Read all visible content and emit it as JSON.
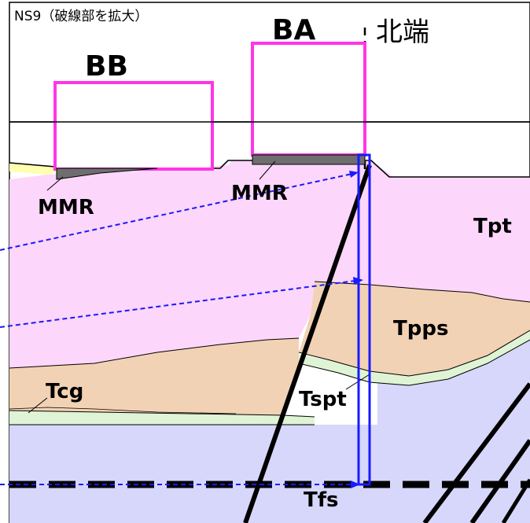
{
  "title": "NS9（破線部を拡大）",
  "labels": {
    "north_end": "北端",
    "building_ba": "BA",
    "building_bb": "BB",
    "mmr_left": "MMR",
    "mmr_right": "MMR",
    "tpt": "Tpt",
    "tpps": "Tpps",
    "tcg": "Tcg",
    "tspt": "Tspt",
    "tfs": "Tfs"
  },
  "colors": {
    "tpt_layer": "#fdd6fb",
    "tpps_layer": "#f2d2b4",
    "tspt_layer": "#dff4d5",
    "tfs_layer": "#d6d7fa",
    "building_outline": "#ff35e7",
    "highlight_box": "#1a1aff",
    "arrow": "#1a1aff",
    "fill_slab": "#6e6e6e",
    "surface_fill": "#ffffb0"
  },
  "icons": {
    "arrow": "dashed-arrow"
  }
}
